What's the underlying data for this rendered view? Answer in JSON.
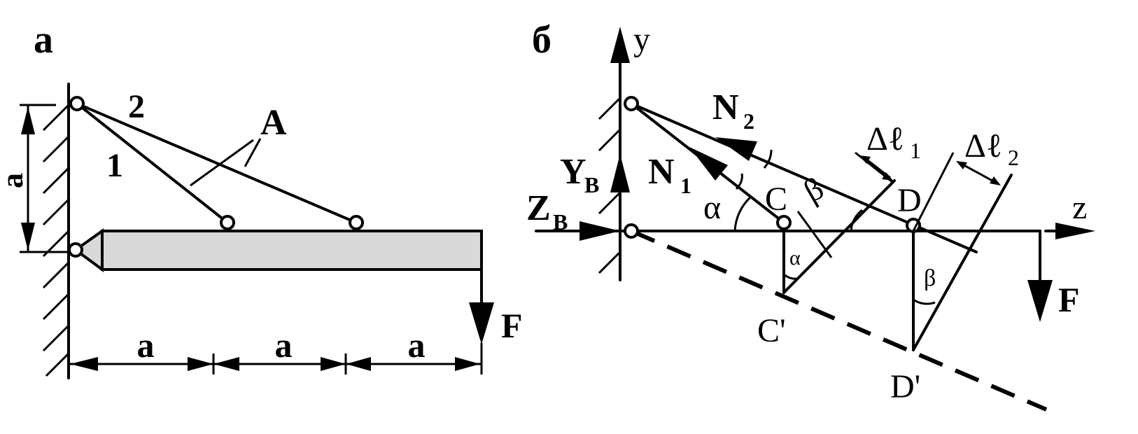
{
  "panel_a": {
    "label": "а",
    "rod_labels": [
      "1",
      "2"
    ],
    "point_label": "A",
    "height_label": "a",
    "span_labels": [
      "a",
      "a",
      "a"
    ],
    "force_label": "F"
  },
  "panel_b": {
    "label": "б",
    "axis_y": "y",
    "axis_z": "z",
    "reaction_y": "Y",
    "reaction_y_sub": "B",
    "reaction_z": "Z",
    "reaction_z_sub": "B",
    "force_1": "N",
    "force_1_sub": "1",
    "force_2": "N",
    "force_2_sub": "2",
    "elong_1": "Δℓ",
    "elong_1_sub": "1",
    "elong_2": "Δℓ",
    "elong_2_sub": "2",
    "point_C": "C",
    "point_D": "D",
    "point_C_prime": "C'",
    "point_D_prime": "D'",
    "angle_alpha": "α",
    "angle_beta": "β",
    "force_label": "F"
  },
  "colors": {
    "ink": "#000000",
    "beam_fill": "#d9d9d9",
    "background": "#ffffff"
  }
}
